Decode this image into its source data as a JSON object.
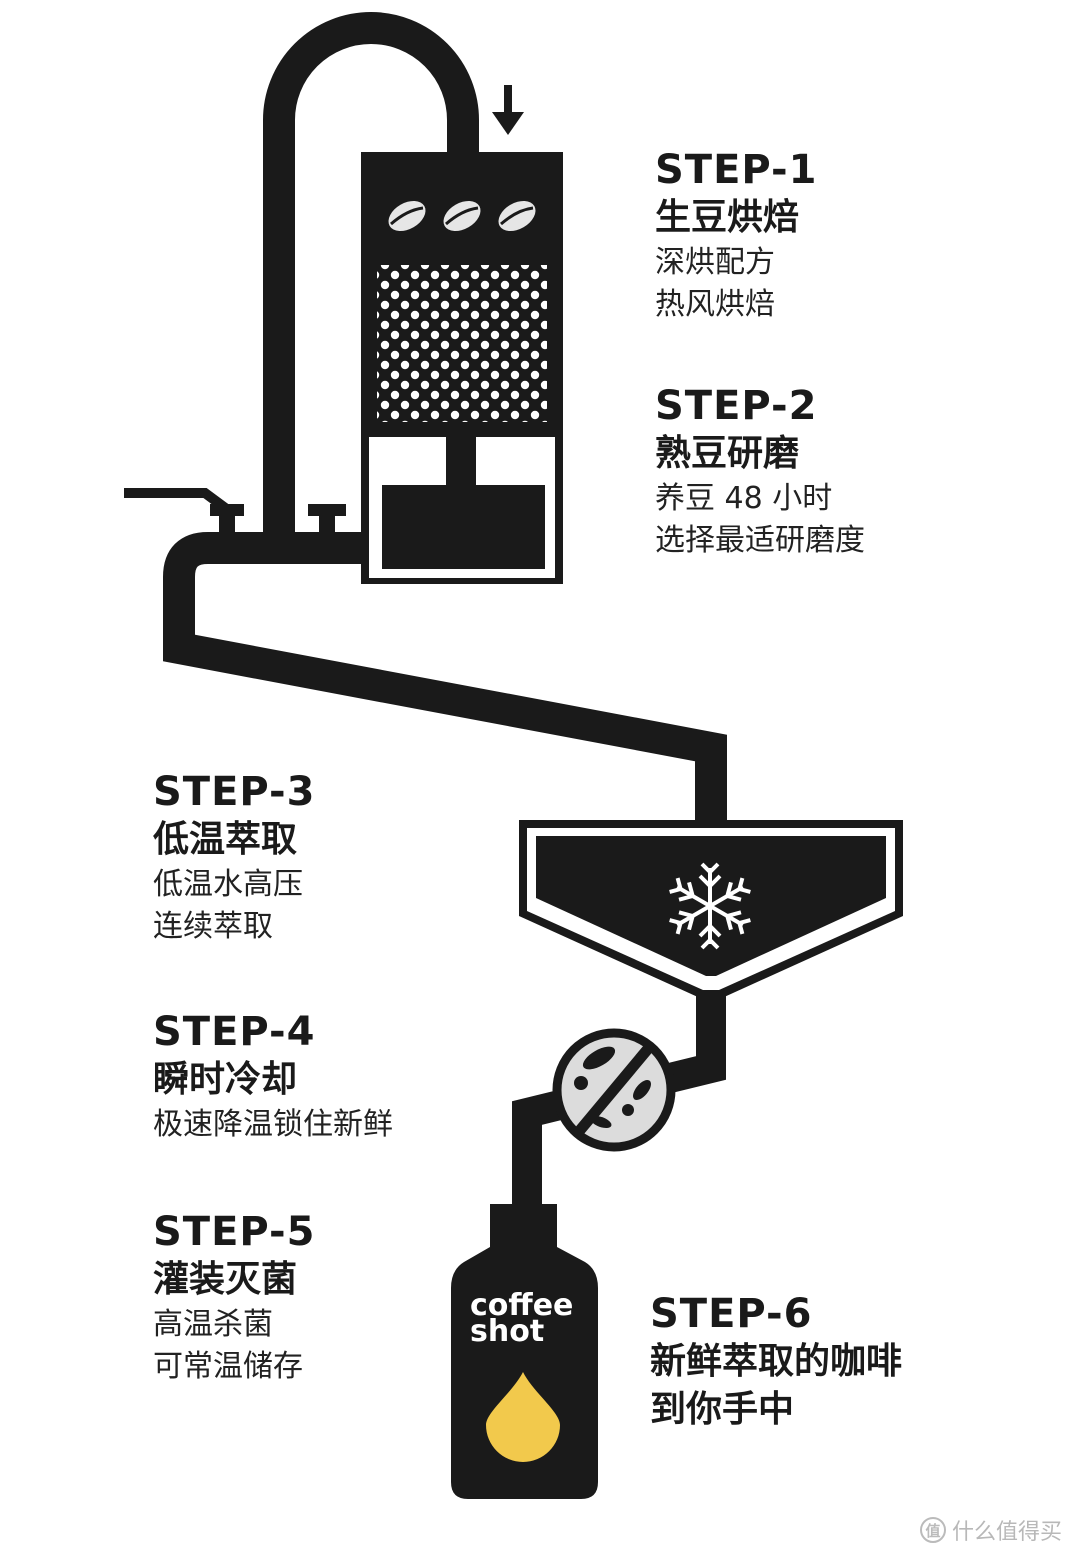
{
  "steps": [
    {
      "label": "STEP-1",
      "title": "生豆烘焙",
      "desc": [
        "深烘配方",
        "热风烘焙"
      ]
    },
    {
      "label": "STEP-2",
      "title": "熟豆研磨",
      "desc": [
        "养豆 48 小时",
        "选择最适研磨度"
      ]
    },
    {
      "label": "STEP-3",
      "title": "低温萃取",
      "desc": [
        "低温水高压",
        "连续萃取"
      ]
    },
    {
      "label": "STEP-4",
      "title": "瞬时冷却",
      "desc": [
        "极速降温锁住新鲜"
      ]
    },
    {
      "label": "STEP-5",
      "title": "灌装灭菌",
      "desc": [
        "高温杀菌",
        "可常温储存"
      ]
    },
    {
      "label": "STEP-6",
      "title": "新鲜萃取的咖啡",
      "desc": [
        "到你手中"
      ]
    }
  ],
  "bottle": {
    "line1": "coffee",
    "line2": "shot"
  },
  "watermark": {
    "icon": "值",
    "text": "什么值得买"
  },
  "colors": {
    "ink": "#1a1a1a",
    "drop": "#f2c94c",
    "sterilizer": "#dcdcdc",
    "background": "#ffffff"
  },
  "icons": [
    "down-arrow-icon",
    "coffee-bean-icon",
    "snowflake-icon",
    "bacteria-icon",
    "drop-icon"
  ]
}
